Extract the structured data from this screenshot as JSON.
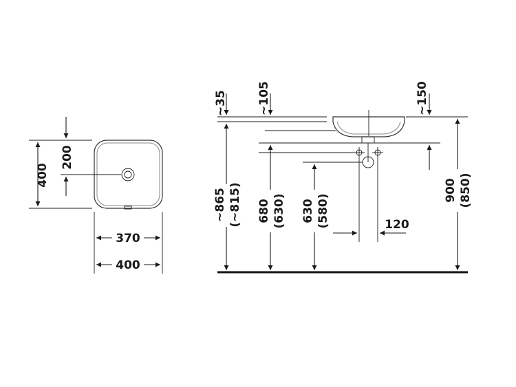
{
  "top_view": {
    "depth_total": "400",
    "drain_offset": "200",
    "inner_width": "370",
    "outer_width": "400"
  },
  "side_view": {
    "rim_offset": "~35",
    "front_offset": "~105",
    "rear_offset": "~150",
    "height_total": "~865",
    "height_total_alt": "(~815)",
    "height_siphon": "680",
    "height_siphon_alt": "(630)",
    "height_supply": "630",
    "height_supply_alt": "(580)",
    "supply_spacing": "120",
    "height_rim": "900",
    "height_rim_alt": "(850)"
  }
}
